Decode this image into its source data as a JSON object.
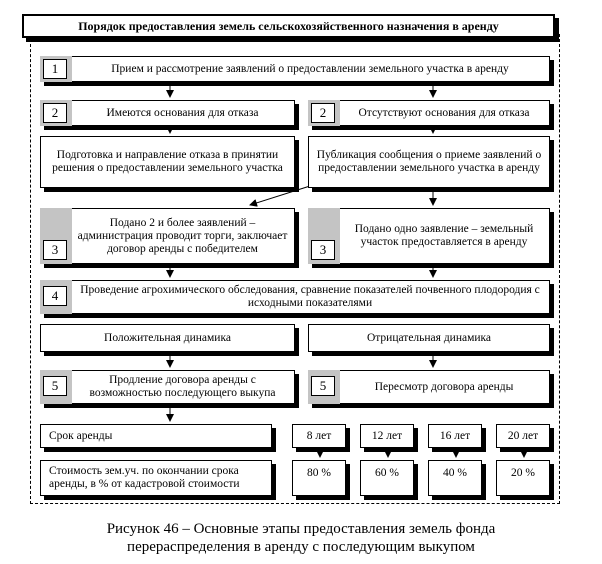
{
  "title": "Порядок предоставления земель сельскохозяйственного назначения в аренду",
  "steps": {
    "s1": {
      "num": "1",
      "text": "Прием и рассмотрение заявлений о предоставлении земельного участка в аренду"
    },
    "s2l": {
      "num": "2",
      "text": "Имеются основания для отказа"
    },
    "s2r": {
      "num": "2",
      "text": "Отсутствуют основания для отказа"
    },
    "prep": {
      "text": "Подготовка и направление отказа в принятии решения о предоставлении земельного участка"
    },
    "pub": {
      "text": "Публикация сообщения о приеме заявлений о предоставлении земельного участка в аренду"
    },
    "s3l": {
      "num": "3",
      "text": "Подано 2 и более заявлений – администрация проводит торги, заключает договор аренды с победителем"
    },
    "s3r": {
      "num": "3",
      "text": "Подано одно заявление – земельный участок предоставляется в аренду"
    },
    "s4": {
      "num": "4",
      "text": "Проведение агрохимического обследования, сравнение показателей почвенного плодородия с исходными показателями"
    },
    "pos": {
      "text": "Положительная динамика"
    },
    "neg": {
      "text": "Отрицательная динамика"
    },
    "s5l": {
      "num": "5",
      "text": "Продление договора аренды с возможностью последующего выкупа"
    },
    "s5r": {
      "num": "5",
      "text": "Пересмотр договора аренды"
    }
  },
  "lease": {
    "label": "Срок аренды",
    "terms": [
      "8 лет",
      "12 лет",
      "16 лет",
      "20 лет"
    ]
  },
  "cost": {
    "label": "Стоимость зем.уч. по окончании срока аренды, в % от кадастровой стоимости",
    "values": [
      "80 %",
      "60 %",
      "40 %",
      "20 %"
    ]
  },
  "caption": {
    "line1": "Рисунок 46 – Основные этапы предоставления земель фонда",
    "line2": "перераспределения в аренду с последующим выкупом"
  }
}
